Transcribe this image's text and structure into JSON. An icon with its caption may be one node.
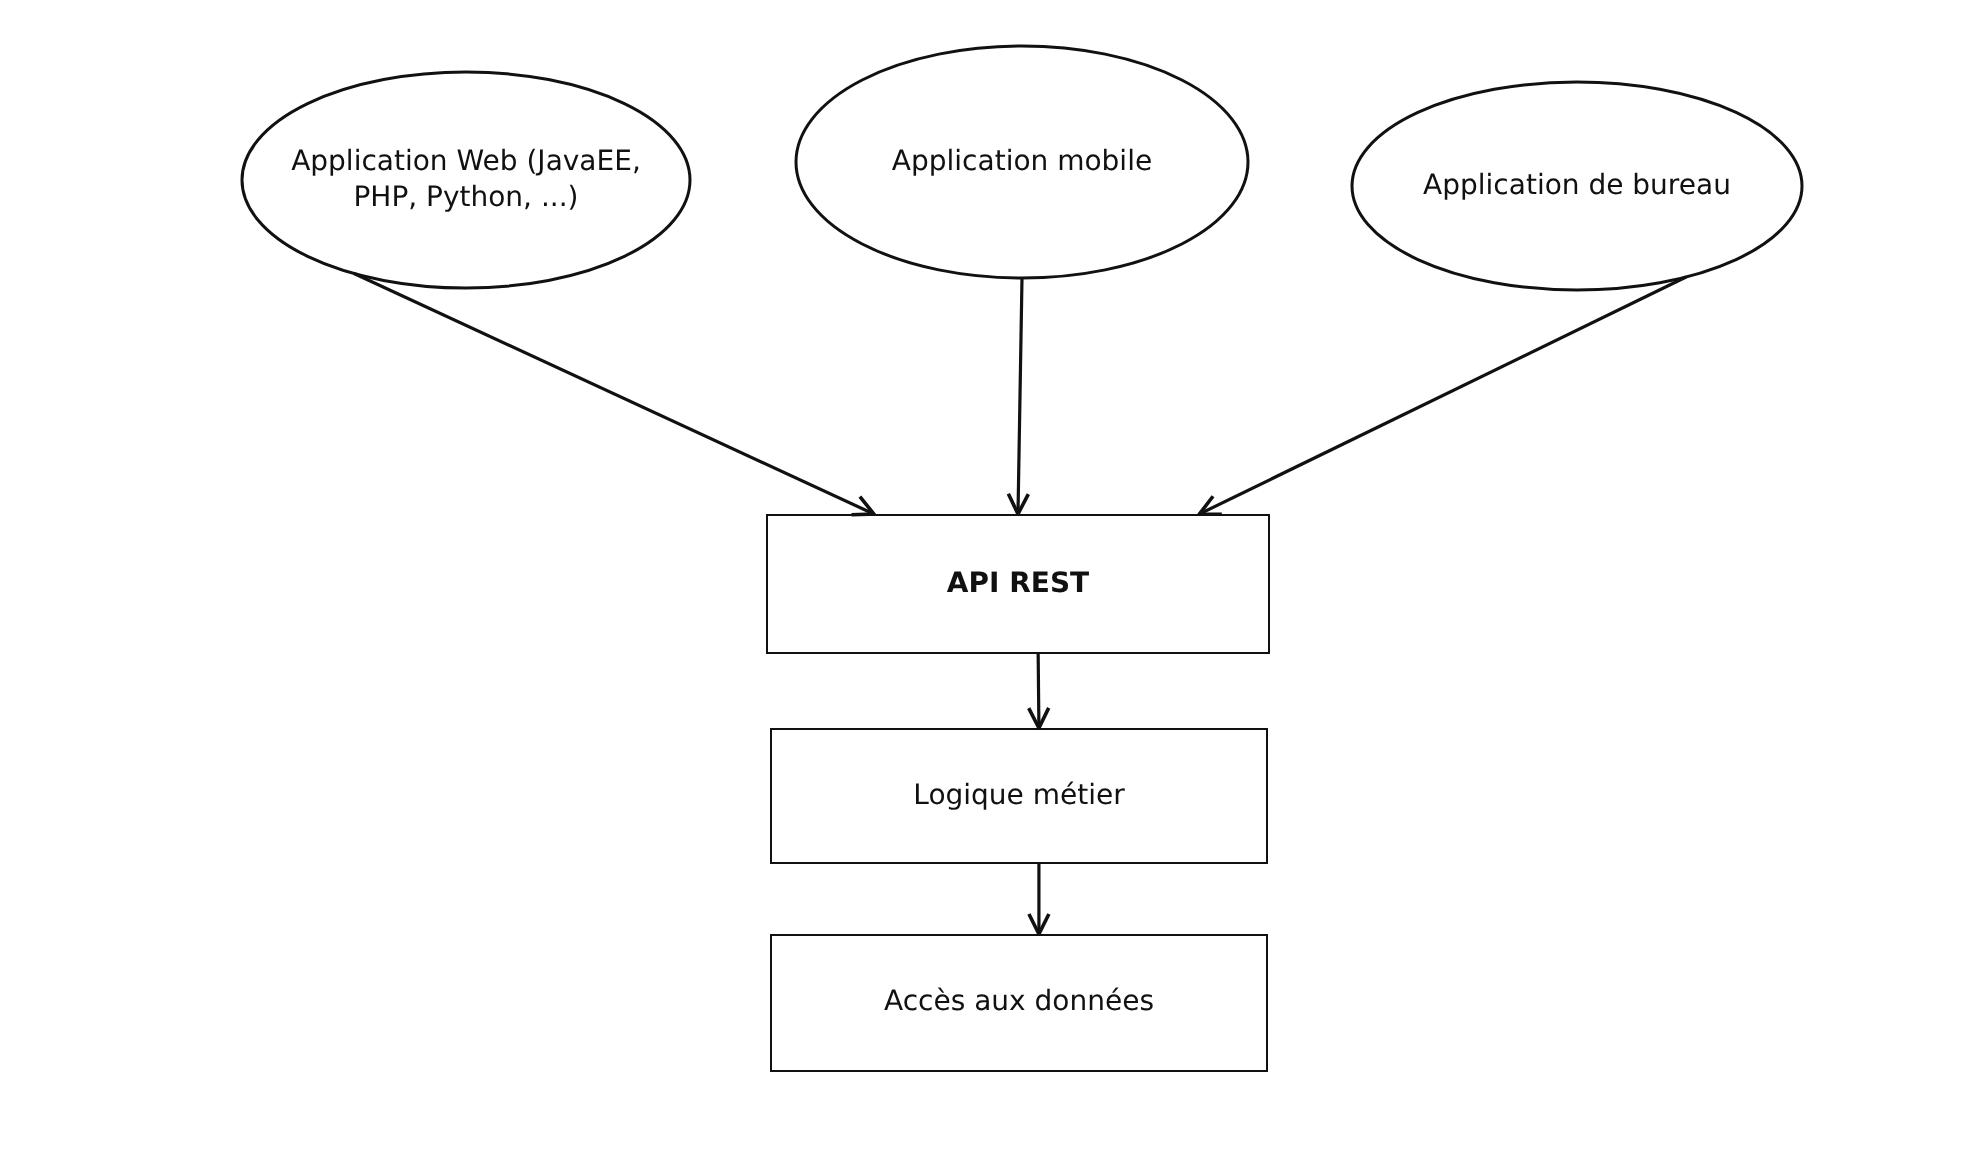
{
  "diagram": {
    "nodes": [
      {
        "text": [
          "Application Web (JavaEE, PHP, Python, ...)"
        ]
      },
      {
        "text": [
          "Application mobile"
        ]
      },
      {
        "text": [
          "Application de bureau"
        ]
      },
      {
        "text": [
          "API REST"
        ]
      },
      {
        "text": [
          "Logique métier"
        ]
      },
      {
        "text": [
          "Accès aux données"
        ]
      }
    ],
    "edges": [
      {
        "from": 0,
        "to": 3,
        "arrow": "to"
      },
      {
        "from": 1,
        "to": 3,
        "arrow": "to"
      },
      {
        "from": 2,
        "to": 3,
        "arrow": "to"
      },
      {
        "from": 3,
        "to": 4,
        "arrow": "to"
      },
      {
        "from": 4,
        "to": 5,
        "arrow": "to"
      }
    ]
  }
}
